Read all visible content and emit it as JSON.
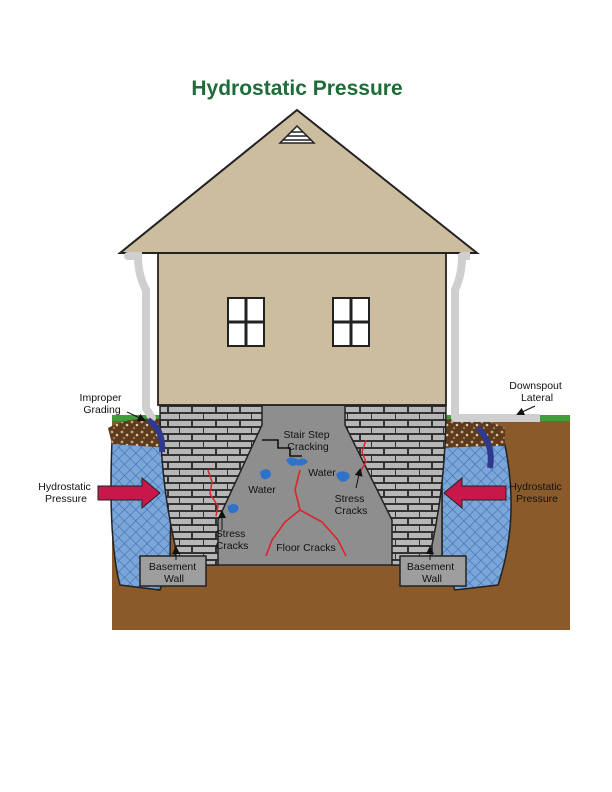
{
  "title": "Hydrostatic Pressure",
  "labels": {
    "improper_grading": [
      "Improper",
      "Grading"
    ],
    "downspout_lateral": [
      "Downspout",
      "Lateral"
    ],
    "hydrostatic_left": [
      "Hydrostatic",
      "Pressure"
    ],
    "hydrostatic_right": [
      "Hydrostatic",
      "Pressure"
    ],
    "stair_step": [
      "Stair Step",
      "Cracking"
    ],
    "water_center": "Water",
    "water_left": "Water",
    "stress_left": [
      "Stress",
      "Cracks"
    ],
    "stress_right": [
      "Stress",
      "Cracks"
    ],
    "floor_cracks": "Floor Cracks",
    "basement_left": [
      "Basement",
      "Wall"
    ],
    "basement_right": [
      "Basement",
      "Wall"
    ]
  },
  "colors": {
    "title_green": "#1f6b3a",
    "siding": "#cdbd9f",
    "soil": "#8b5a2b",
    "grass": "#3f9e3a",
    "wall_gray": "#b9b9b9",
    "floor_gray": "#8e8e8e",
    "water_blue": "#6b9bd2",
    "arrow_red": "#c8174a",
    "crack_red": "#d9252b",
    "downspout_arrow": "#2f3a8f"
  }
}
